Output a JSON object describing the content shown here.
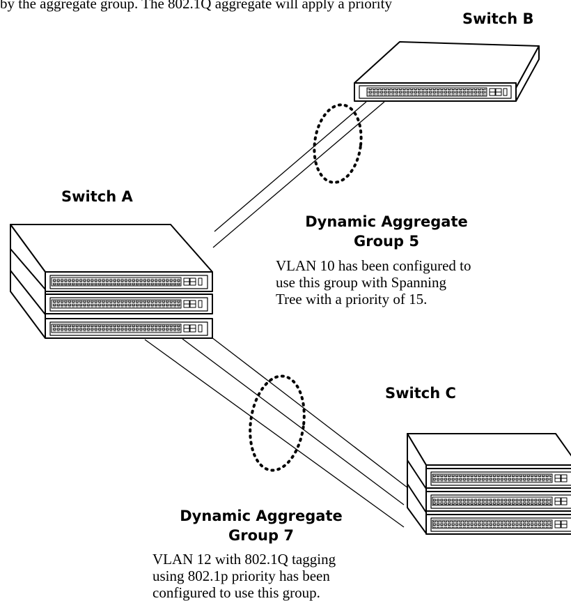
{
  "top_text": "by the aggregate group. The 802.1Q aggregate will apply a priority",
  "switches": {
    "a": {
      "label": "Switch A"
    },
    "b": {
      "label": "Switch B"
    },
    "c": {
      "label": "Switch C"
    }
  },
  "groups": {
    "g5": {
      "title_line1": "Dynamic Aggregate",
      "title_line2": "Group 5",
      "desc_line1": "VLAN 10 has been configured to",
      "desc_line2": "use this group with Spanning",
      "desc_line3": "Tree with a priority of 15."
    },
    "g7": {
      "title_line1": "Dynamic Aggregate",
      "title_line2": "Group 7",
      "desc_line1": "VLAN 12 with 802.1Q tagging",
      "desc_line2": "using 802.1p priority has been",
      "desc_line3": "configured to use this group."
    }
  }
}
